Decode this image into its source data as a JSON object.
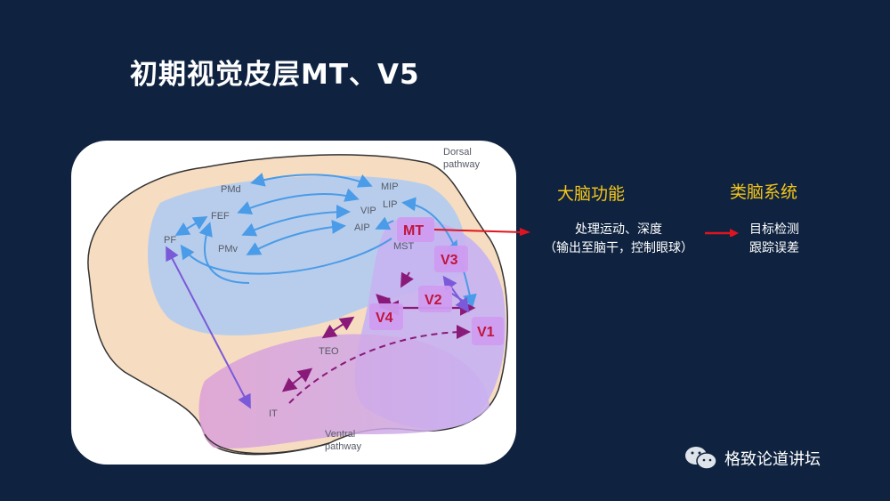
{
  "title": "初期视觉皮层MT、V5",
  "figure": {
    "dorsal_label": [
      "Dorsal",
      "pathway"
    ],
    "ventral_label": [
      "Ventral",
      "pathway"
    ],
    "regions": {
      "PMd": "PMd",
      "FEF": "FEF",
      "PF": "PF",
      "PMv": "PMv",
      "MIP": "MIP",
      "LIP": "LIP",
      "VIP": "VIP",
      "AIP": "AIP",
      "MST": "MST",
      "TEO": "TEO",
      "IT": "IT"
    },
    "highlighted": {
      "MT": "MT",
      "V3": "V3",
      "V2": "V2",
      "V4": "V4",
      "V1": "V1"
    }
  },
  "brain_function": {
    "heading": "大脑功能",
    "line1": "处理运动、深度",
    "line2": "（输出至脑干，控制眼球）"
  },
  "brain_like_system": {
    "heading": "类脑系统",
    "line1": "目标检测",
    "line2": "跟踪误差"
  },
  "colors": {
    "background": "#0f2340",
    "heading": "#f5c518",
    "arrow_red": "#e0141e",
    "box_fill": "#cf9cf0",
    "box_text": "#c0143c"
  },
  "footer": {
    "icon": "wechat-icon",
    "label": "格致论道讲坛"
  }
}
